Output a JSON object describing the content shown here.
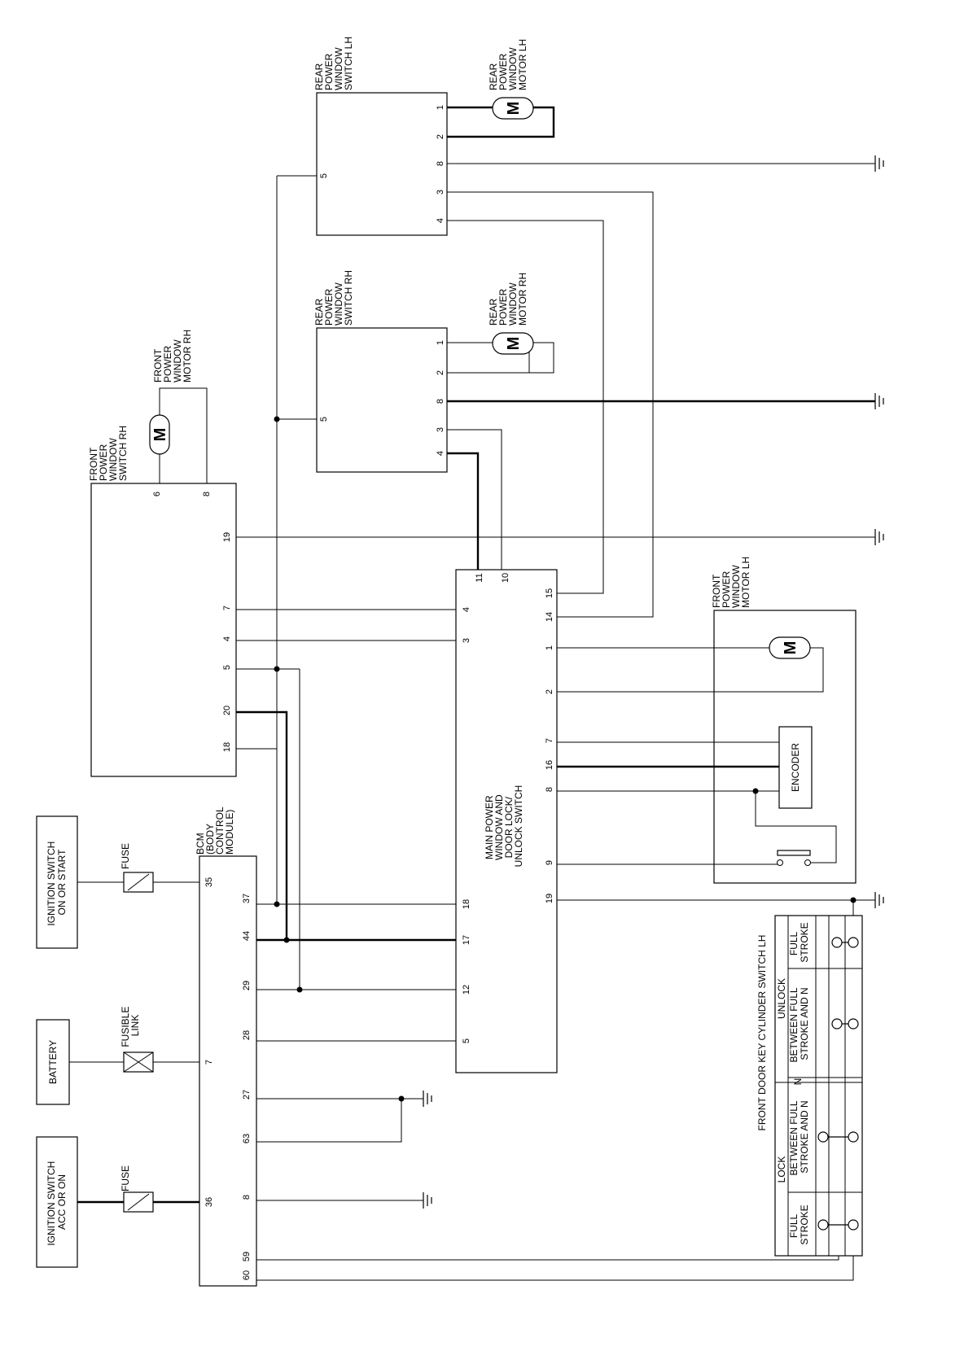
{
  "components": {
    "ign_acc_on": [
      "IGNITION SWITCH",
      "ACC OR ON"
    ],
    "battery": [
      "BATTERY"
    ],
    "ign_on_start": [
      "IGNITION SWITCH",
      "ON OR START"
    ],
    "fuse_a": [
      "FUSE"
    ],
    "fusible_link": [
      "FUSIBLE",
      "LINK"
    ],
    "fuse_b": [
      "FUSE"
    ],
    "bcm": [
      "BCM",
      "(BODY",
      "CONTROL",
      "MODULE)"
    ],
    "front_switch_rh": [
      "FRONT",
      "POWER",
      "WINDOW",
      "SWITCH RH"
    ],
    "front_motor_rh": [
      "FRONT",
      "POWER",
      "WINDOW",
      "MOTOR RH"
    ],
    "rear_switch_rh": [
      "REAR",
      "POWER",
      "WINDOW",
      "SWITCH RH"
    ],
    "rear_motor_rh": [
      "REAR",
      "POWER",
      "WINDOW",
      "MOTOR RH"
    ],
    "rear_switch_lh": [
      "REAR",
      "POWER",
      "WINDOW",
      "SWITCH LH"
    ],
    "rear_motor_lh": [
      "REAR",
      "POWER",
      "WINDOW",
      "MOTOR LH"
    ],
    "main_switch": [
      "MAIN POWER",
      "WINDOW AND",
      "DOOR LOCK/",
      "UNLOCK SWITCH"
    ],
    "front_motor_lh": [
      "FRONT",
      "POWER",
      "WINDOW",
      "MOTOR LH"
    ],
    "encoder": [
      "ENCODER"
    ],
    "key_cylinder_title": [
      "FRONT DOOR KEY CYLINDER SWITCH LH"
    ]
  },
  "motor_symbol": "M",
  "pins": {
    "bcm_35": "35",
    "bcm_7": "7",
    "bcm_36": "36",
    "bcm_37": "37",
    "bcm_44": "44",
    "bcm_29": "29",
    "bcm_28": "28",
    "bcm_27": "27",
    "bcm_63": "63",
    "bcm_8": "8",
    "bcm_59": "59",
    "bcm_60": "60",
    "frs_6": "6",
    "frs_8": "8",
    "frs_19": "19",
    "frs_7": "7",
    "frs_4": "4",
    "frs_5": "5",
    "frs_20": "20",
    "frs_18": "18",
    "rrh_5": "5",
    "rrh_1": "1",
    "rrh_2": "2",
    "rrh_8": "8",
    "rrh_3": "3",
    "rrh_4": "4",
    "rlh_5": "5",
    "rlh_1": "1",
    "rlh_2": "2",
    "rlh_8": "8",
    "rlh_3": "3",
    "rlh_4": "4",
    "ms_11": "11",
    "ms_10": "10",
    "ms_4": "4",
    "ms_3": "3",
    "ms_18": "18",
    "ms_17": "17",
    "ms_12": "12",
    "ms_5": "5",
    "ms_15": "15",
    "ms_14": "14",
    "ms_1": "1",
    "ms_2": "2",
    "ms_7": "7",
    "ms_16": "16",
    "ms_8": "8",
    "ms_9": "9",
    "ms_19": "19"
  },
  "key_table": {
    "lock": "LOCK",
    "unlock": "UNLOCK",
    "neutral": "N",
    "full_stroke": [
      "FULL",
      "STROKE"
    ],
    "between": [
      "BETWEEN FULL",
      "STROKE AND N"
    ]
  }
}
